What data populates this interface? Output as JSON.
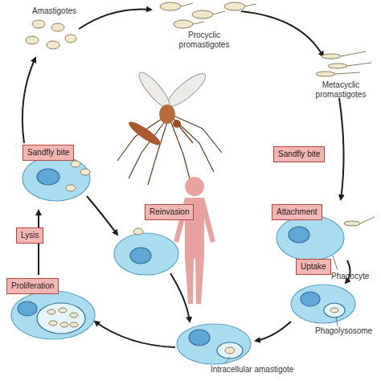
{
  "diagram": {
    "nodes": [
      {
        "text": [
          "Sandfly bite"
        ]
      },
      {
        "text": [
          "Sandfly bite"
        ]
      },
      {
        "text": [
          "Reinvasion"
        ]
      },
      {
        "text": [
          "Attachment"
        ]
      },
      {
        "text": [
          "Lysis"
        ]
      },
      {
        "text": [
          "Uptake"
        ]
      },
      {
        "text": [
          "Proliferation"
        ]
      }
    ],
    "labels": [
      "Amastigotes",
      "Procyclic promastigotes",
      "Metacyclic promastigotes",
      "Phagocyte",
      "Phagolysosome",
      "Intracellular amastigote"
    ]
  }
}
